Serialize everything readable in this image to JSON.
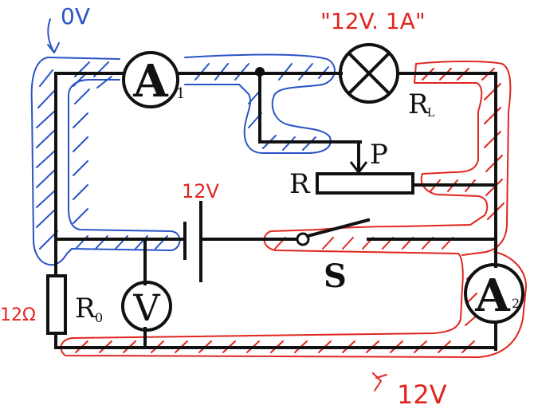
{
  "labels": {
    "ammeter_a1_letter": "A",
    "ammeter_a1_sub": "1",
    "ammeter_a2_letter": "A",
    "ammeter_a2_sub": "2",
    "voltmeter": "V",
    "lamp": "R",
    "lamp_sub": "L",
    "rheostat": "R",
    "slider": "P",
    "switch": "S",
    "resistor": "R",
    "resistor_sub": "0"
  },
  "annotations": {
    "top_left_voltage": "0V",
    "lamp_rating": "\"12V. 1A\"",
    "battery_voltage": "12V",
    "resistor_value": "12Ω",
    "bottom_voltage": "12V"
  },
  "colors": {
    "wire": "#111111",
    "red_annotation": "#e0261f",
    "blue_annotation": "#2a53c7"
  }
}
